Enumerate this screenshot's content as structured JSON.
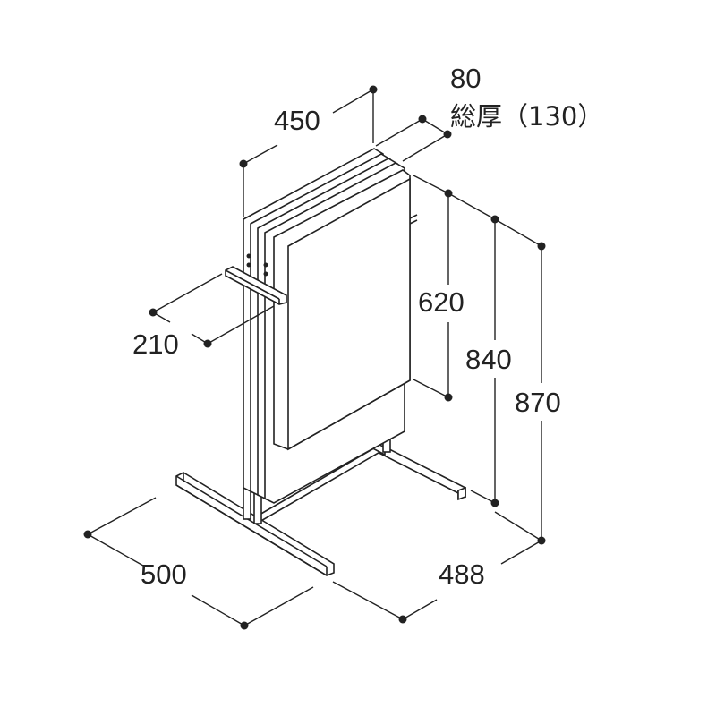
{
  "dimensions": {
    "board_width": "450",
    "thickness": "80",
    "total_thickness": "総厚（130）",
    "board_height": "620",
    "overall_height_front": "840",
    "overall_height_back": "870",
    "arm_depth": "210",
    "base_width": "500",
    "base_depth": "488"
  },
  "colors": {
    "line": "#222222",
    "background": "#ffffff"
  }
}
